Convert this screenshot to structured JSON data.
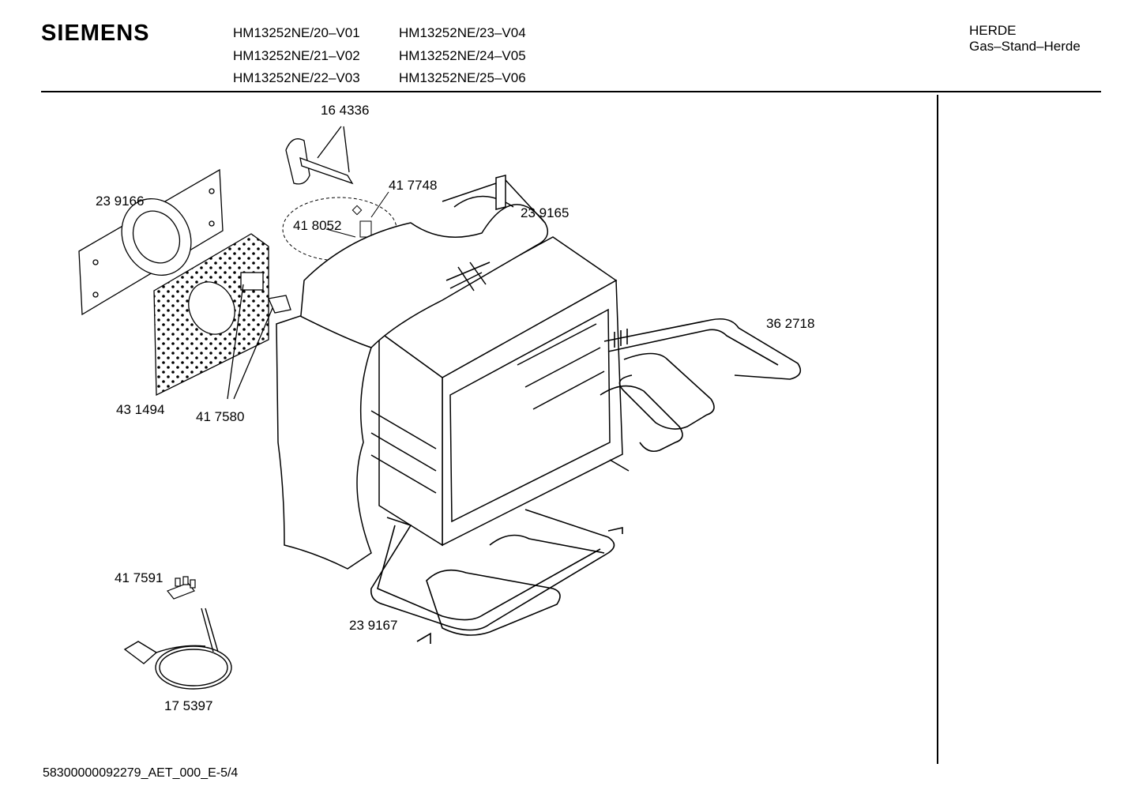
{
  "header": {
    "brand": "SIEMENS",
    "models_col1": [
      "HM13252NE/20–V01",
      "HM13252NE/21–V02",
      "HM13252NE/22–V03"
    ],
    "models_col2": [
      "HM13252NE/23–V04",
      "HM13252NE/24–V05",
      "HM13252NE/25–V06"
    ],
    "category": "HERDE",
    "subcategory": "Gas–Stand–Herde"
  },
  "parts": {
    "p164336": "16 4336",
    "p417748": "41 7748",
    "p239165": "23 9165",
    "p239166": "23 9166",
    "p418052": "41 8052",
    "p362718": "36 2718",
    "p431494": "43 1494",
    "p417580": "41 7580",
    "p417591": "41 7591",
    "p239167": "23 9167",
    "p175397": "17 5397"
  },
  "footer": {
    "doc_id": "58300000092279_AET_000_E-5/4"
  }
}
